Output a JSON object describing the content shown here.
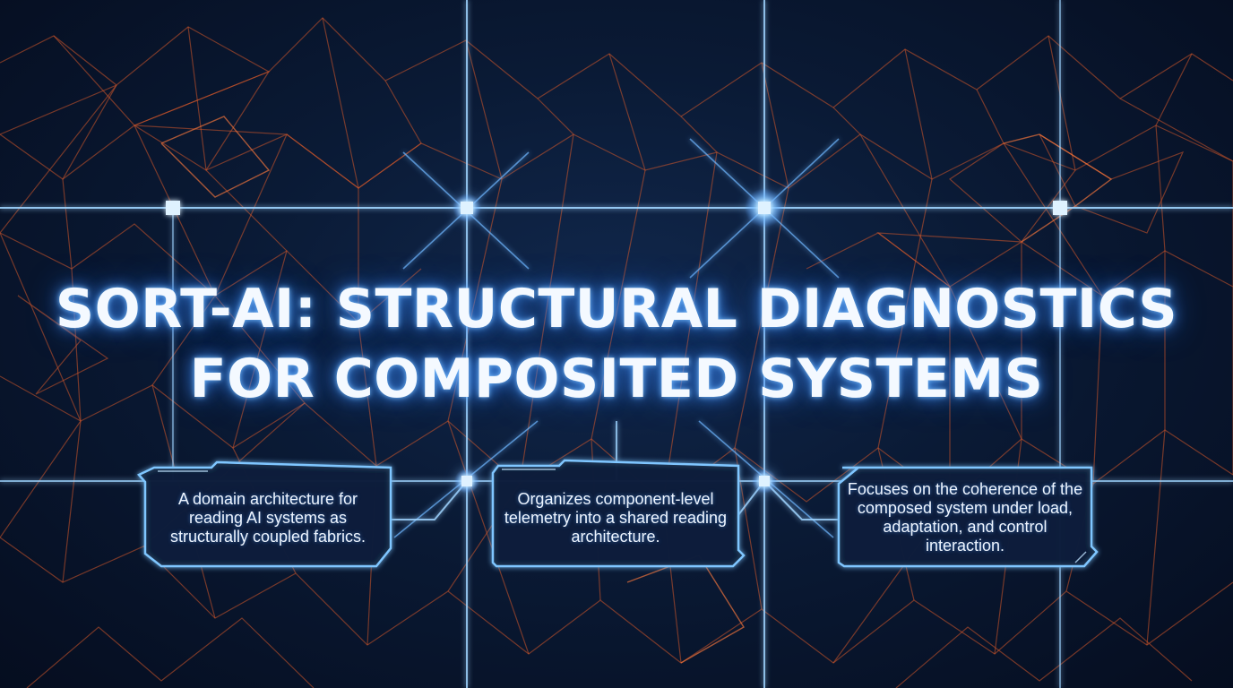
{
  "title": {
    "line1": "SORT-AI: STRUCTURAL DIAGNOSTICS",
    "line2": "FOR COMPOSITED SYSTEMS"
  },
  "cards": [
    {
      "text": "A domain architecture for reading AI systems as structurally coupled fabrics."
    },
    {
      "text": "Organizes component-level telemetry into a shared reading architecture."
    },
    {
      "text": "Focuses on the coherence of the composed system under load, adaptation, and control interaction."
    }
  ],
  "colors": {
    "background": "#08162e",
    "grid_line": "#9fd4ff",
    "network_line": "#d4582a",
    "card_border": "#7fc6ff",
    "title_text": "#f4f9ff"
  }
}
